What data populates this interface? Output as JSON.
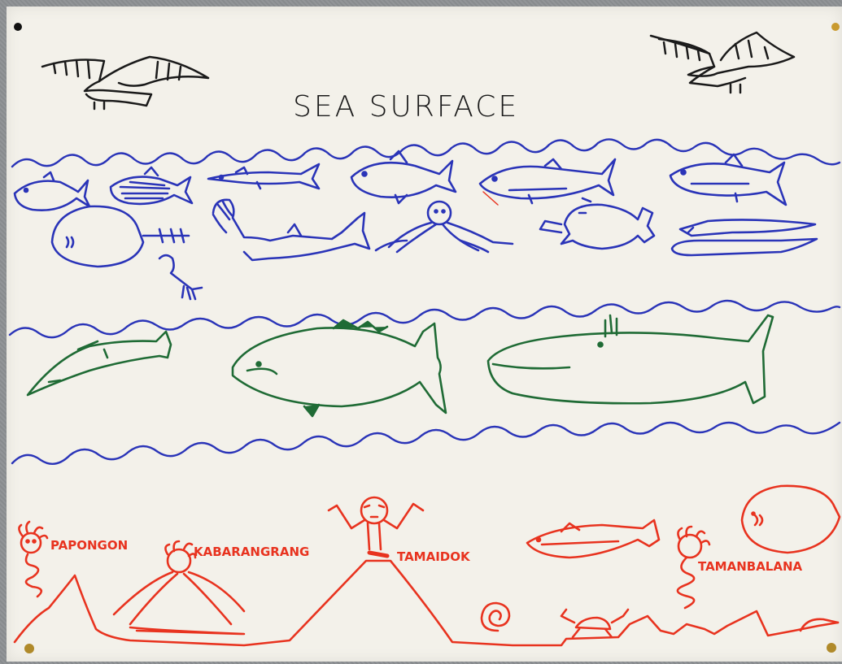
{
  "poster": {
    "title": "SEA SURFACE",
    "spirits": {
      "papongon": "PAPONGON",
      "kabarangrang": "KABARANGRANG",
      "tamaidok": "TAMAIDOK",
      "tamanbalana": "TAMANBALANA"
    }
  },
  "colors": {
    "background": "#8e9194",
    "paper": "#f3f1ea",
    "black_ink": "#1a1a1a",
    "blue_ink": "#2a34b8",
    "green_ink": "#1f6b35",
    "red_ink": "#e8331f"
  }
}
